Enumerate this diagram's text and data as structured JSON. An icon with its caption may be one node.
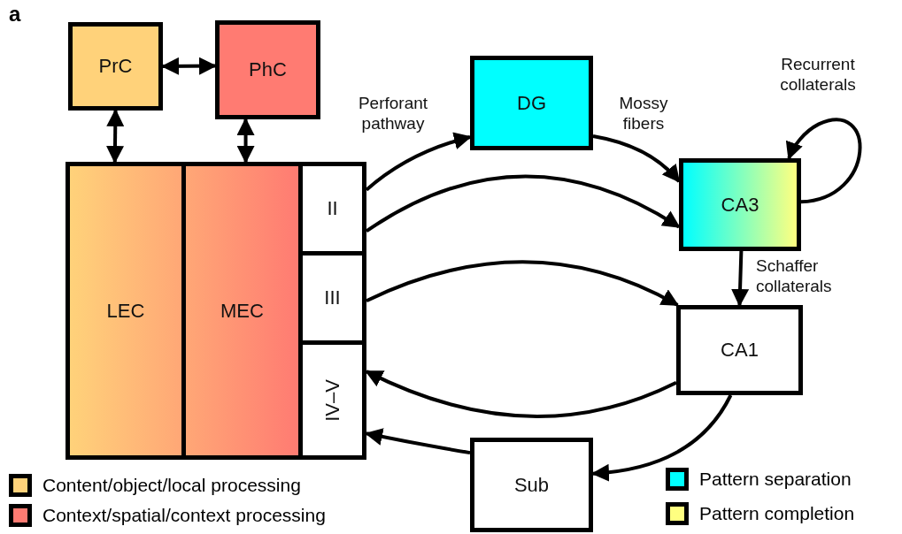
{
  "diagram": {
    "nodes": [
      {
        "text": [
          "PrC"
        ]
      },
      {
        "text": [
          "PhC"
        ]
      },
      {
        "text": [
          "LEC"
        ]
      },
      {
        "text": [
          "MEC"
        ]
      },
      {
        "text": [
          "II"
        ]
      },
      {
        "text": [
          "III"
        ]
      },
      {
        "text": [
          "IV–V"
        ]
      },
      {
        "text": [
          "DG"
        ]
      },
      {
        "text": [
          "CA3"
        ]
      },
      {
        "text": [
          "CA1"
        ]
      },
      {
        "text": [
          "Sub"
        ]
      }
    ],
    "edges": [
      {
        "from": 0,
        "to": 1,
        "arrow": "both"
      },
      {
        "from": 0,
        "to": 2,
        "arrow": "both"
      },
      {
        "from": 1,
        "to": 3,
        "arrow": "both"
      },
      {
        "from": 4,
        "to": 7,
        "arrow": "to",
        "label": "Perforant pathway"
      },
      {
        "from": 7,
        "to": 8,
        "arrow": "to",
        "label": "Mossy fibers"
      },
      {
        "from": 4,
        "to": 8,
        "arrow": "to"
      },
      {
        "from": 8,
        "to": 8,
        "arrow": "to",
        "label": "Recurrent collaterals"
      },
      {
        "from": 8,
        "to": 9,
        "arrow": "to",
        "label": "Schaffer collaterals"
      },
      {
        "from": 5,
        "to": 9,
        "arrow": "to"
      },
      {
        "from": 9,
        "to": 6,
        "arrow": "to"
      },
      {
        "from": 9,
        "to": 10,
        "arrow": "to"
      },
      {
        "from": 10,
        "to": 6,
        "arrow": "to"
      }
    ],
    "labels": [
      "a"
    ],
    "legend": [
      {
        "text": "Content/object/local processing",
        "color": "#ffd27a"
      },
      {
        "text": "Context/spatial/context processing",
        "color": "#ff7b72"
      },
      {
        "text": "Pattern separation",
        "color": "#00ffff"
      },
      {
        "text": "Pattern completion",
        "color": "#ffff80"
      }
    ]
  }
}
